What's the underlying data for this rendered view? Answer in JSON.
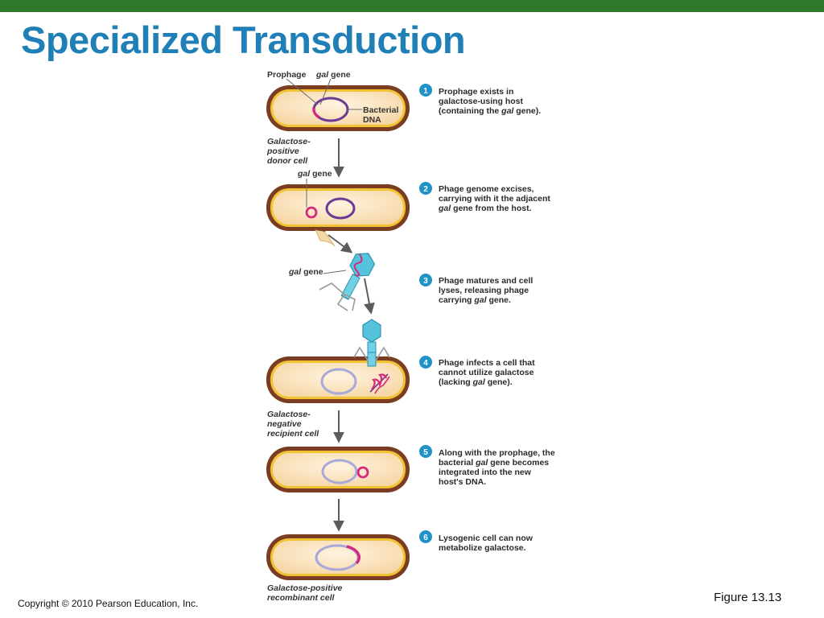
{
  "slide": {
    "title": "Specialized Transduction",
    "copyright": "Copyright © 2010 Pearson Education, Inc.",
    "figure_ref": "Figure 13.13"
  },
  "labels": {
    "prophage": "Prophage",
    "gal": "gal",
    "gene": "gene",
    "bacterial": "Bacterial",
    "dna": "DNA",
    "donor_1": "Galactose-",
    "donor_2": "positive",
    "donor_3": "donor cell",
    "recipient_1": "Galactose-",
    "recipient_2": "negative",
    "recipient_3": "recipient cell",
    "recombinant_1": "Galactose-positive",
    "recombinant_2": "recombinant cell"
  },
  "steps": [
    {
      "number": "1",
      "line1": "Prophage exists in",
      "line2": "galactose-using host",
      "line3_a": "(containing the ",
      "line3_b": "gal",
      "line3_c": " gene)."
    },
    {
      "number": "2",
      "line1": "Phage genome excises,",
      "line2": "carrying with it the adjacent",
      "line3_a": "",
      "line3_b": "gal",
      "line3_c": " gene from the host."
    },
    {
      "number": "3",
      "line1": "Phage matures and cell",
      "line2": "lyses, releasing phage",
      "line3_a": "carrying ",
      "line3_b": "gal",
      "line3_c": " gene."
    },
    {
      "number": "4",
      "line1": "Phage infects a cell that",
      "line2": "cannot utilize galactose",
      "line3_a": "(lacking ",
      "line3_b": "gal",
      "line3_c": " gene)."
    },
    {
      "number": "5",
      "line1": "Along with the prophage, the",
      "line2_a": "bacterial ",
      "line2_b": "gal",
      "line2_c": " gene becomes",
      "line3": "integrated into the new",
      "line4": "host's DNA."
    },
    {
      "number": "6",
      "line1": "Lysogenic cell can now",
      "line2": "metabolize galactose."
    }
  ],
  "colors": {
    "header_bar": "#2f7a2a",
    "title": "#1f7fb6",
    "cell_wall": "#7a3d22",
    "cell_membrane": "#f1c232",
    "cytoplasm": "#fbe6c8",
    "gal_gene": "#d6287e",
    "prophage_dna": "#6d3a96",
    "recipient_dna": "#a9a9d9",
    "phage": "#56c3dc",
    "arrow": "#5c5c5c",
    "step_badge": "#1f93c8"
  }
}
